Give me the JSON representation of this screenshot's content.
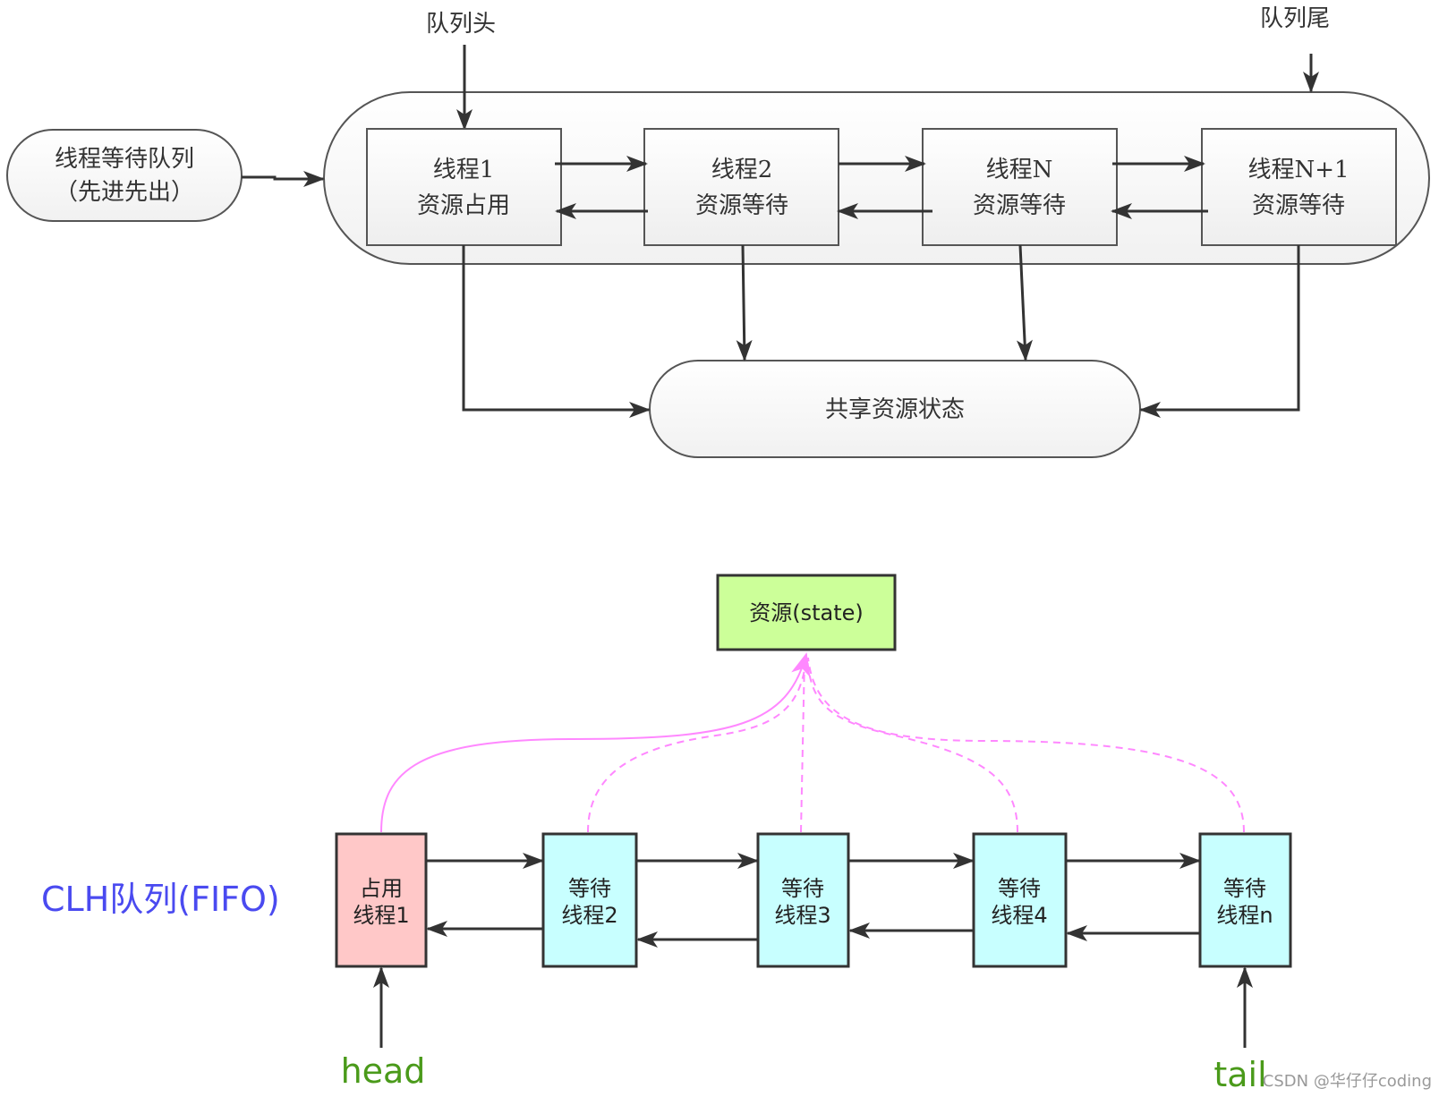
{
  "top_diagram": {
    "queue_head_label": "队列头",
    "queue_tail_label": "队列尾",
    "wait_queue": {
      "line1": "线程等待队列",
      "line2": "（先进先出）"
    },
    "threads": [
      {
        "line1": "线程1",
        "line2": "资源占用"
      },
      {
        "line1": "线程2",
        "line2": "资源等待"
      },
      {
        "line1": "线程N",
        "line2": "资源等待"
      },
      {
        "line1": "线程N+1",
        "line2": "资源等待"
      }
    ],
    "shared_state": "共享资源状态"
  },
  "bottom_diagram": {
    "resource_label": "资源(state)",
    "clh_label": "CLH队列(FIFO)",
    "head_label": "head",
    "tail_label": "tail",
    "nodes": [
      {
        "line1": "占用",
        "line2": "线程1"
      },
      {
        "line1": "等待",
        "line2": "线程2"
      },
      {
        "line1": "等待",
        "line2": "线程3"
      },
      {
        "line1": "等待",
        "line2": "线程4"
      },
      {
        "line1": "等待",
        "line2": "线程n"
      }
    ]
  },
  "watermark": "CSDN @华仔仔coding",
  "colors": {
    "occupied_fill": "#ffc8c8",
    "waiting_fill": "#c8ffff",
    "resource_fill": "#ccff99",
    "dependency_line": "#ff88ff",
    "clh_label": "#4a4af0",
    "head_tail_label": "#4a9a1a"
  }
}
